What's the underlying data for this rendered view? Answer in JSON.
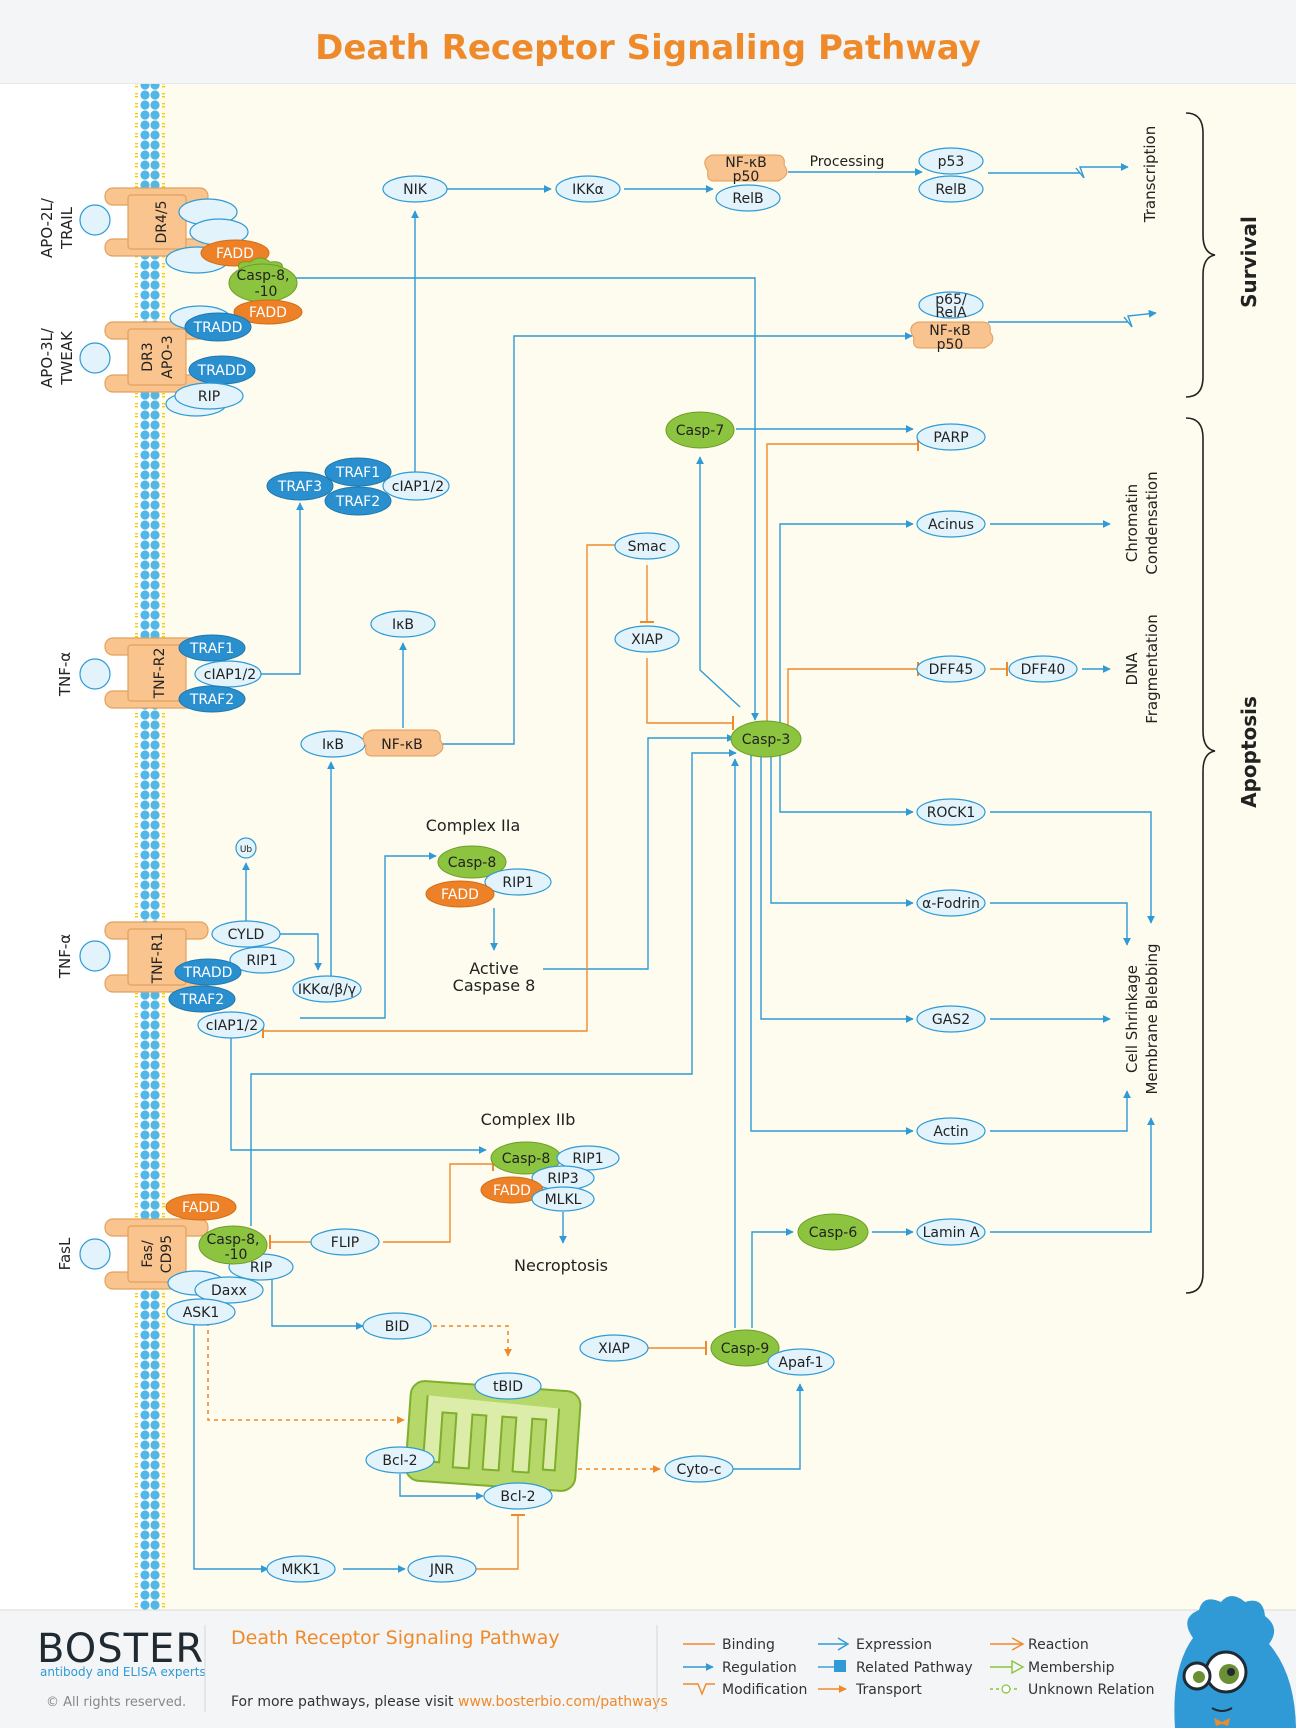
{
  "title": "Death Receptor Signaling Pathway",
  "ligands": {
    "trail": [
      "APO-2L/",
      "TRAIL"
    ],
    "tweak": [
      "APO-3L/",
      "TWEAK"
    ],
    "tnfa1": "TNF-α",
    "tnfa2": "TNF-α",
    "fasl": "FasL"
  },
  "receptors": {
    "dr45": "DR4/5",
    "dr3": [
      "DR3",
      "APO-3"
    ],
    "tnfr2": "TNF-R2",
    "tnfr1": "TNF-R1",
    "fas": [
      "Fas/",
      "CD95"
    ]
  },
  "nodes": {
    "fadd_a": "FADD",
    "casp810_a": [
      "Casp-8,",
      "-10"
    ],
    "fadd_b": "FADD",
    "tradd_a": "TRADD",
    "tradd_b": "TRADD",
    "rip_a": "RIP",
    "nik": "NIK",
    "ikka": "IKKα",
    "nfkb_top": [
      "NF-κB",
      "p50"
    ],
    "relb_a": "RelB",
    "processing": "Processing",
    "p53": "p53",
    "relb_b": "RelB",
    "p65": [
      "p65/",
      "RelA"
    ],
    "nfkb_p50": [
      "NF-κB",
      "p50"
    ],
    "traf3": "TRAF3",
    "traf1_a": "TRAF1",
    "traf2_a": "TRAF2",
    "ciap_a": "cIAP1/2",
    "traf1_b": "TRAF1",
    "ciap_b": "cIAP1/2",
    "traf2_b": "TRAF2",
    "ikb_top": "IκB",
    "ikb": "IκB",
    "nfkb": "NF-κB",
    "cyld": "CYLD",
    "ub": "Ub",
    "rip1_a": "RIP1",
    "tradd_c": "TRADD",
    "traf2_c": "TRAF2",
    "ciap_c": "cIAP1/2",
    "ikk_abg": "IKKα/β/γ",
    "complex2a": "Complex IIa",
    "casp8_a": "Casp-8",
    "fadd_c": "FADD",
    "rip1_b": "RIP1",
    "active_casp8": [
      "Active",
      "Caspase 8"
    ],
    "complex2b": "Complex IIb",
    "casp8_b": "Casp-8",
    "rip1_c": "RIP1",
    "rip3": "RIP3",
    "fadd_d": "FADD",
    "mlkl": "MLKL",
    "necroptosis": "Necroptosis",
    "fadd_e": "FADD",
    "casp810_b": [
      "Casp-8,",
      "-10"
    ],
    "flip": "FLIP",
    "rip_b": "RIP",
    "daxx": "Daxx",
    "ask1": "ASK1",
    "bid": "BID",
    "tbid": "tBID",
    "bcl2_a": "Bcl-2",
    "bcl2_b": "Bcl-2",
    "mkk1": "MKK1",
    "jnr": "JNR",
    "cytoc": "Cyto-c",
    "xiap_b": "XIAP",
    "casp9": "Casp-9",
    "apaf1": "Apaf-1",
    "casp6": "Casp-6",
    "lamina": "Lamin A",
    "casp7": "Casp-7",
    "parp": "PARP",
    "smac": "Smac",
    "xiap_a": "XIAP",
    "casp3": "Casp-3",
    "acinus": "Acinus",
    "dff45": "DFF45",
    "dff40": "DFF40",
    "rock1": "ROCK1",
    "afodrin": "α-Fodrin",
    "gas2": "GAS2",
    "actin": "Actin"
  },
  "outcomes": {
    "transcription": "Transcription",
    "chromatin": [
      "Chromatin",
      "Condensation"
    ],
    "dna": [
      "DNA",
      "Fragmentation"
    ],
    "cell": [
      "Cell Shrinkage",
      "Membrane Blebbing"
    ],
    "survival": "Survival",
    "apoptosis": "Apoptosis"
  },
  "footer": {
    "brand": "BOSTER",
    "tagline": "antibody and ELISA experts",
    "rights": "© All rights reserved.",
    "title": "Death Receptor Signaling Pathway",
    "more_prefix": "For more pathways, please visit ",
    "more_link": "www.bosterbio.com/pathways"
  },
  "legend": {
    "binding": "Binding",
    "regulation": "Regulation",
    "modification": "Modification",
    "expression": "Expression",
    "related": "Related Pathway",
    "transport": "Transport",
    "reaction": "Reaction",
    "membership": "Membership",
    "unknown": "Unknown Relation"
  },
  "colors": {
    "blue": "#2f9ad6",
    "orange": "#ef8a2b",
    "green": "#8cc43f",
    "receptor": "#f9c48e",
    "background": "#fdfcee"
  }
}
